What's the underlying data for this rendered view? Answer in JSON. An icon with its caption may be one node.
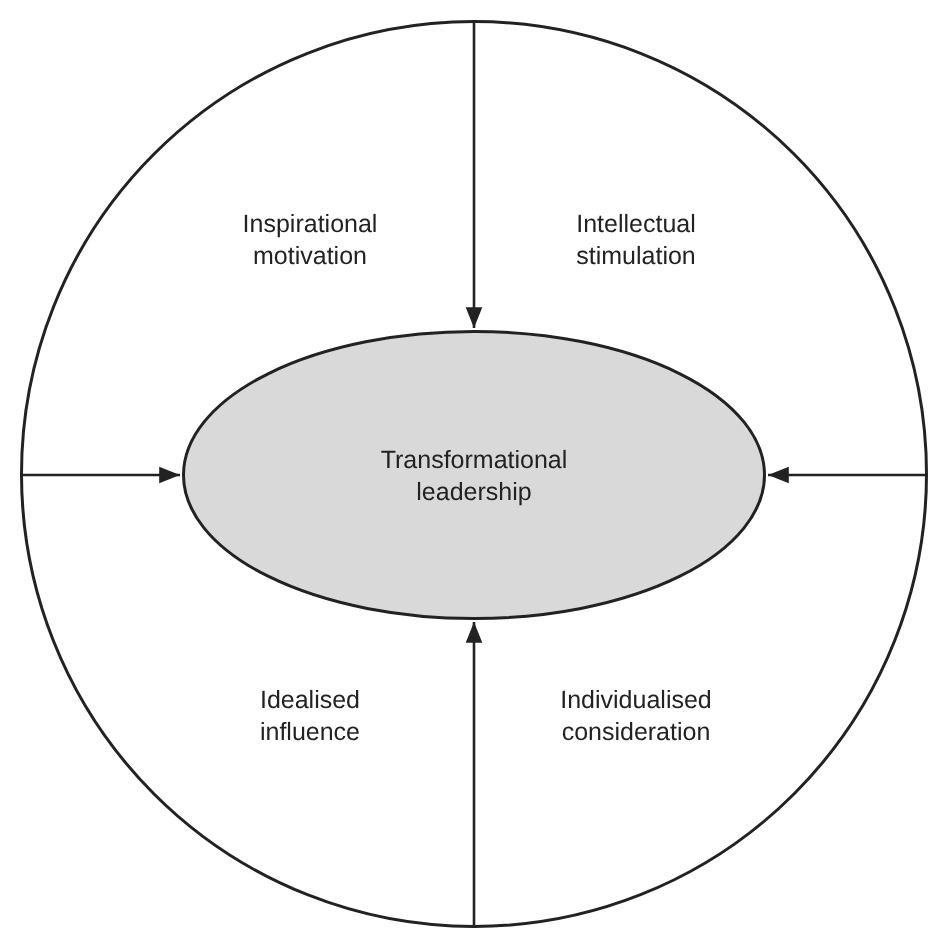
{
  "diagram": {
    "nodes": [
      {
        "text": [],
        "shape": "circle"
      },
      {
        "text": [
          "Transformational leadership"
        ],
        "in": 0
      }
    ],
    "edges": [
      {
        "from": 0,
        "to": 1,
        "arrow": "to"
      },
      {
        "from": 0,
        "to": 1,
        "arrow": "to"
      },
      {
        "from": 0,
        "to": 1,
        "arrow": "to"
      },
      {
        "from": 0,
        "to": 1,
        "arrow": "to"
      }
    ],
    "labels": [
      "Inspirational motivation",
      "Intellectual stimulation",
      "Idealised influence",
      "Individualised consideration"
    ]
  }
}
